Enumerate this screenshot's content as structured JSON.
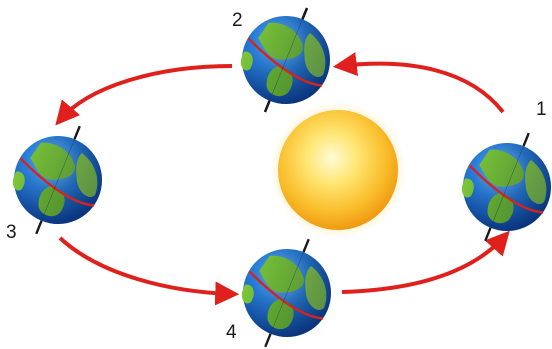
{
  "diagram": {
    "positions": [
      {
        "label": "1"
      },
      {
        "label": "2"
      },
      {
        "label": "3"
      },
      {
        "label": "4"
      }
    ]
  },
  "colors": {
    "arrow": "#e0201c",
    "ocean": "#1e6fd0",
    "land": "#7cc83a",
    "sun_core": "#fff6b0",
    "sun_edge": "#f5a412",
    "background": "#ffffff"
  }
}
